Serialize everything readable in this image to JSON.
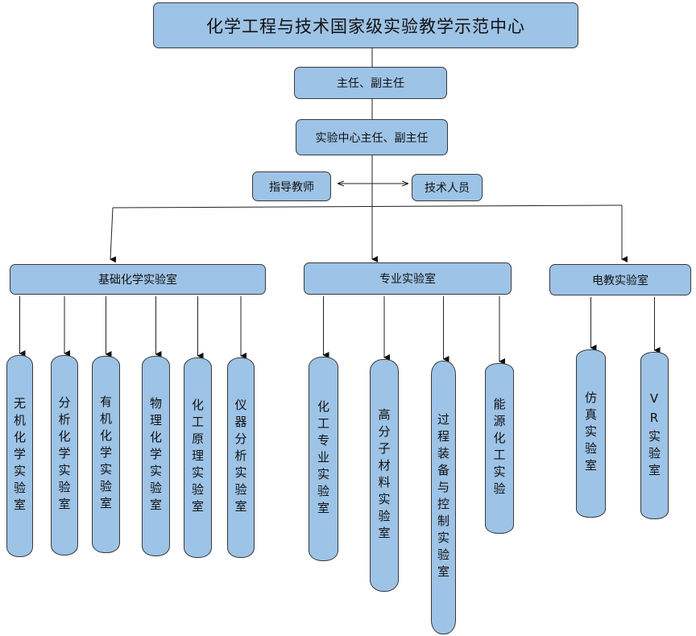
{
  "title": "化学工程与技术国家级实验教学示范中心",
  "director": "主任、副主任",
  "center_director": "实验中心主任、副主任",
  "instructors": "指导教师",
  "technicians": "技术人员",
  "groups": [
    {
      "label": "基础化学实验室",
      "children": [
        "无机化学实验室",
        "分析化学实验室",
        "有机化学实验室",
        "物理化学实验室",
        "化工原理实验室",
        "仪器分析实验室"
      ]
    },
    {
      "label": "专业实验室",
      "children": [
        "化工专业实验室",
        "高分子材料实验室",
        "过程装备与控制实验室",
        "能源化工实验"
      ]
    },
    {
      "label": "电教实验室",
      "children": [
        "仿真实验室",
        "VR实验室"
      ]
    }
  ],
  "colors": {
    "box": "#9dc3e6",
    "border": "#3a3a3a"
  }
}
